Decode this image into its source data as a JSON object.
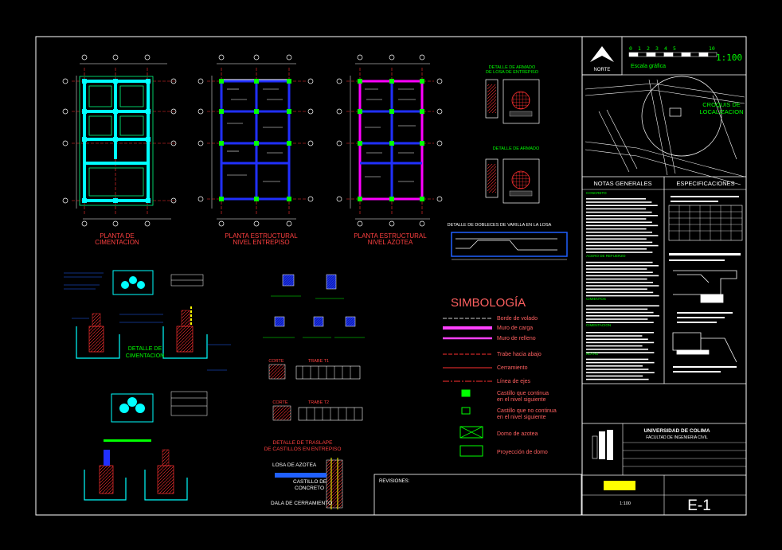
{
  "plans": {
    "cimentacion": {
      "line1": "PLANTA DE",
      "line2": "CIMENTACION"
    },
    "entrepiso": {
      "line1": "PLANTA ESTRUCTURAL",
      "line2": "NIVEL ENTREPISO"
    },
    "azotea": {
      "line1": "PLANTA ESTRUCTURAL",
      "line2": "NIVEL AZOTEA"
    }
  },
  "details": {
    "armado_entrepiso": {
      "line1": "DETALLE DE ARMADO",
      "line2": "DE LOSA DE ENTREPISO"
    },
    "armado": "DETALLE DE ARMADO",
    "dobleces": "DETALLE DE DOBLECES DE VARILLA EN LA LOSA",
    "cimentacion": {
      "line1": "DETALLE DE",
      "line2": "CIMENTACION"
    },
    "traslape": {
      "line1": "DETALLE DE TRASLAPE",
      "line2": "DE CASTILLOS EN ENTREPISO"
    },
    "losa_azotea": "LOSA DE AZOTEA",
    "castillo_concreto": {
      "line1": "CASTILLO DE",
      "line2": "CONCRETO"
    },
    "dala_cerramiento": "DALA DE CERRAMIENTO",
    "trabe_t1": "TRABE T1",
    "trabe_t2": "TRABE T2",
    "corte": "CORTE"
  },
  "symbology": {
    "title": "SIMBOLOGÍA",
    "items": [
      {
        "label": "Borde de volado",
        "color": "#cccccc"
      },
      {
        "label": "Muro de carga",
        "color": "#ff40ff"
      },
      {
        "label": "Muro de relleno",
        "color": "#ff40ff"
      },
      {
        "label": "Trabe hacia abajo",
        "color": "#ff3030"
      },
      {
        "label": "Cerramiento",
        "color": "#ff3030"
      },
      {
        "label": "Línea de ejes",
        "color": "#ff3030"
      },
      {
        "label": "Castillo que continua",
        "label2": "en el nivel siguiente",
        "color": "#00ff00"
      },
      {
        "label": "Castillo que no continua",
        "label2": "en el nivel siguiente",
        "color": "#00ff00"
      },
      {
        "label": "Domo de azotea",
        "color": "#00ff00"
      },
      {
        "label": "Proyección de domo",
        "color": "#00ff00"
      }
    ]
  },
  "titleblock": {
    "north": "NORTE",
    "scale_numbers": [
      "0",
      "1",
      "2",
      "3",
      "4",
      "5",
      "10"
    ],
    "scale_ratio": "1:100",
    "scale_caption": "Escala gráfica",
    "croquis": {
      "line1": "CROQUIS DE",
      "line2": "LOCALIZACION"
    },
    "notas": "NOTAS GENERALES",
    "especificaciones": "ESPECIFICACIONES",
    "notas_subheads": [
      "CONCRETO",
      "ACERO DE REFUERZO",
      "CIMIENTOS",
      "CIMENTACION",
      "NOTAS"
    ],
    "university": "UNIVERSIDAD DE COLIMA",
    "faculty": "FACULTAD DE INGENIERIA CIVIL",
    "revisiones": "REVISIONES:",
    "drawing_scale": "1:100",
    "sheet_id": "E-1"
  },
  "colors": {
    "background": "#000000",
    "frame": "#ffffff",
    "title_green": "#00ff00",
    "symbology_text": "#ff6060",
    "wall_cyan": "#00ffff",
    "wall_blue": "#2030ff",
    "wall_magenta": "#ff00ff"
  }
}
